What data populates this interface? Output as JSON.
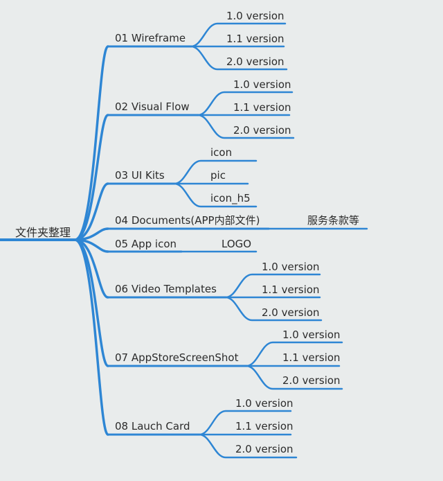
{
  "colors": {
    "background": "#e9ecec",
    "line": "#2e86d4",
    "text": "#2b2b2b"
  },
  "root": {
    "label": "文件夹整理"
  },
  "branches": [
    {
      "label": "01 Wireframe",
      "children": [
        "1.0 version",
        "1.1 version",
        "2.0 version"
      ]
    },
    {
      "label": "02 Visual Flow",
      "children": [
        "1.0 version",
        "1.1 version",
        "2.0 version"
      ]
    },
    {
      "label": "03 UI Kits",
      "children": [
        "icon",
        "pic",
        "icon_h5"
      ]
    },
    {
      "label": "04 Documents(APP内部文件)",
      "children": [
        "服务条款等"
      ]
    },
    {
      "label": "05 App icon",
      "children": [
        "LOGO"
      ]
    },
    {
      "label": "06 Video Templates",
      "children": [
        "1.0 version",
        "1.1 version",
        "2.0 version"
      ]
    },
    {
      "label": "07 AppStoreScreenShot",
      "children": [
        "1.0 version",
        "1.1 version",
        "2.0 version"
      ]
    },
    {
      "label": "08 Lauch Card",
      "children": [
        "1.0 version",
        "1.1 version",
        "2.0 version"
      ]
    }
  ]
}
